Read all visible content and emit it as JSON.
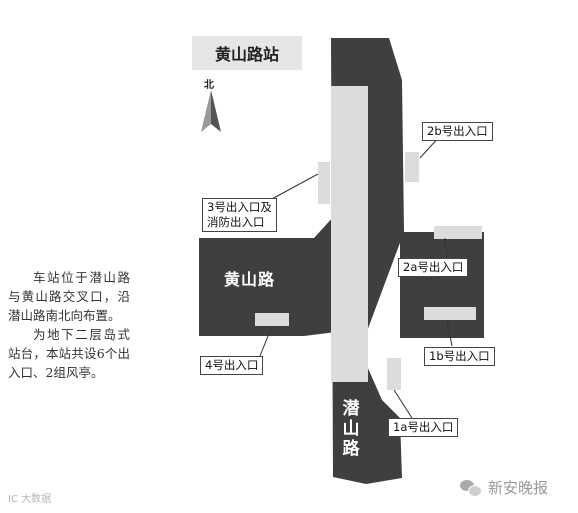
{
  "map": {
    "title": "黄山路站",
    "north_label": "北",
    "roads": {
      "horizontal": "黄山路",
      "vertical": "潜山路"
    },
    "exits": {
      "e2b": "2b号出入口",
      "e3_line1": "3号出入口及",
      "e3_line2": "消防出入口",
      "e2a": "2a号出入口",
      "e4": "4号出入口",
      "e1b": "1b号出入口",
      "e1a": "1a号出入口"
    }
  },
  "description": {
    "paragraph1": "车站位于潜山路与黄山路交叉口，沿潜山路南北向布置。",
    "paragraph2": "为地下二层岛式站台，本站共设6个出入口、2组风亭。"
  },
  "watermarks": {
    "left": "IC 大数据",
    "right": "新安晚报"
  },
  "colors": {
    "road": "#3f3f3f",
    "station": "#dcdcdc",
    "title_bg": "#e6e6e6"
  }
}
